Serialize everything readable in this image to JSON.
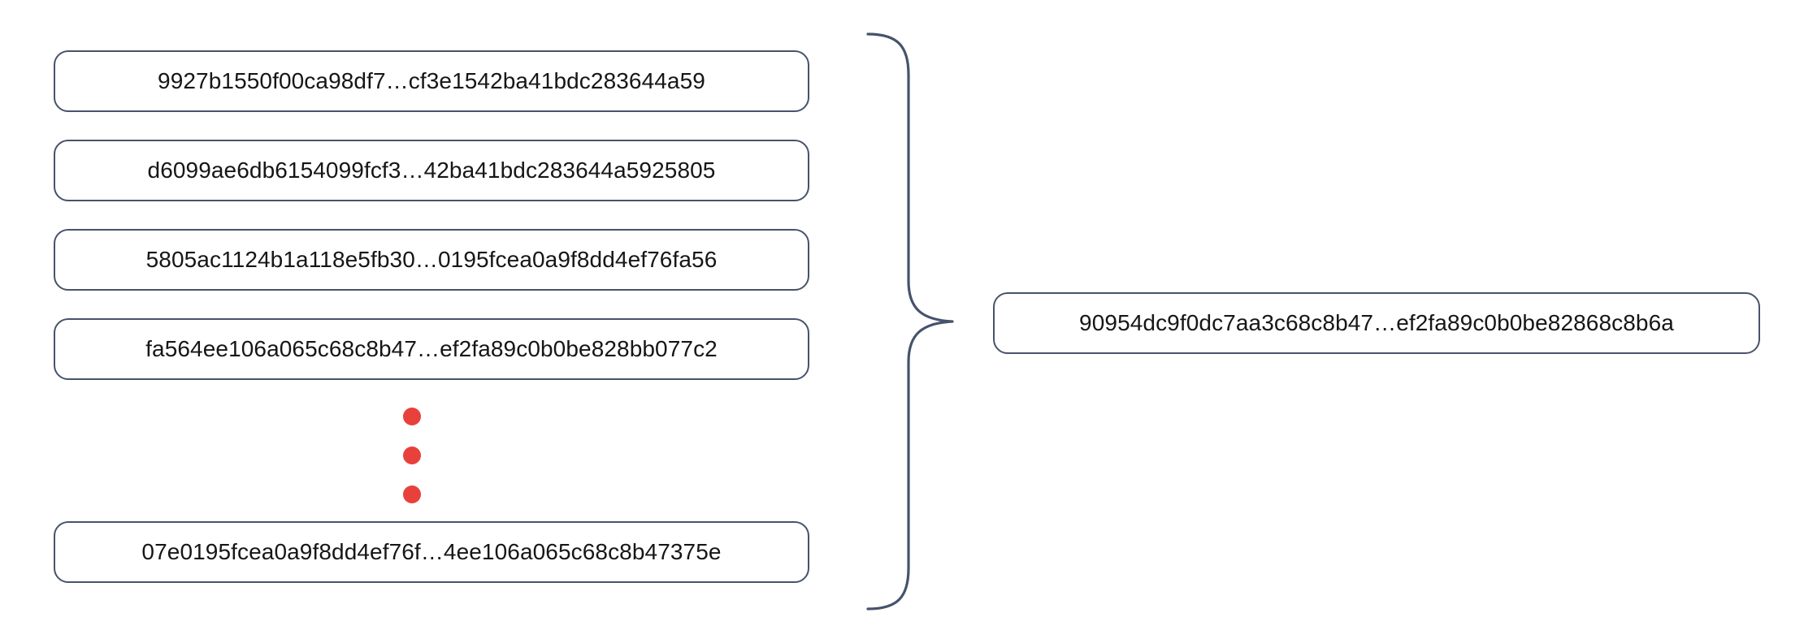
{
  "diagram": {
    "type": "hash-aggregation",
    "background_color": "#ffffff",
    "box_border_color": "#46536b",
    "text_color": "#161616",
    "accent_color": "#e8413c",
    "brace_color": "#46536b",
    "input_boxes": [
      {
        "hash": "9927b1550f00ca98df7…cf3e1542ba41bdc283644a59"
      },
      {
        "hash": "d6099ae6db6154099fcf3…42ba41bdc283644a5925805"
      },
      {
        "hash": "5805ac1124b1a118e5fb30…0195fcea0a9f8dd4ef76fa56"
      },
      {
        "hash": "fa564ee106a065c68c8b47…ef2fa89c0b0be828bb077c2"
      },
      {
        "hash": "07e0195fcea0a9f8dd4ef76f…4ee106a065c68c8b47375e"
      }
    ],
    "ellipsis": {
      "glyph": "vertical-ellipsis",
      "dot_count": 3,
      "color": "#e8413c"
    },
    "brace": {
      "orientation": "right-pointing",
      "color": "#46536b"
    },
    "result_box": {
      "hash": "90954dc9f0dc7aa3c68c8b47…ef2fa89c0b0be82868c8b6a"
    }
  }
}
